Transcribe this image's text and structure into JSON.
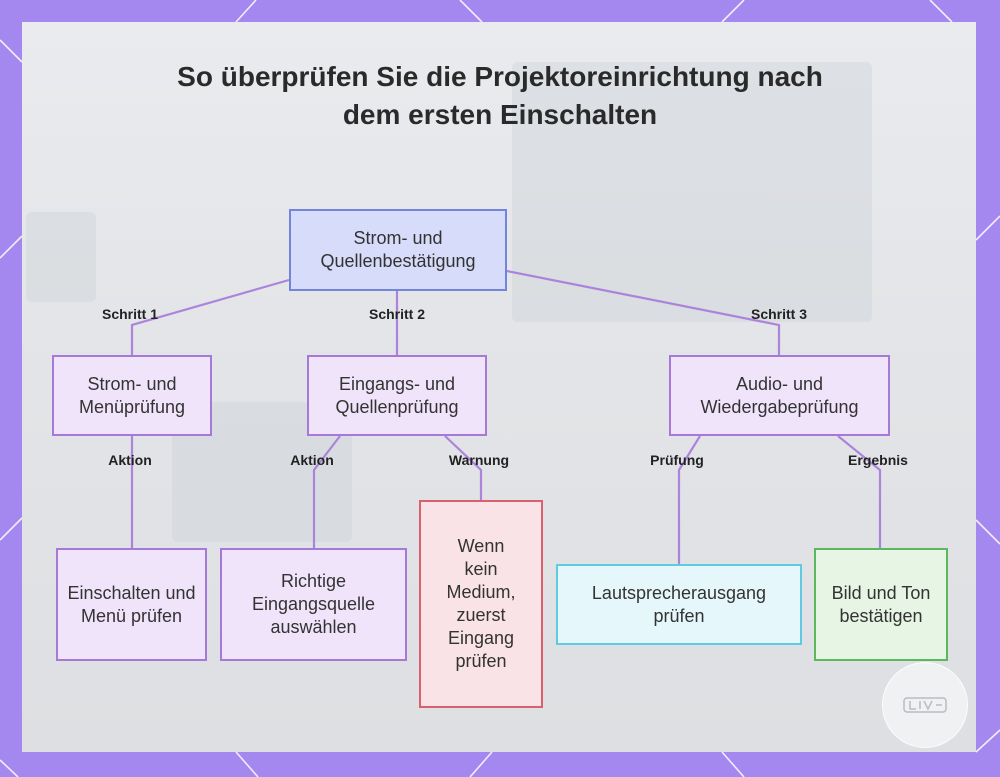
{
  "title": "So überprüfen Sie die Projektoreinrichtung nach dem ersten Einschalten",
  "nodes": {
    "root": "Strom- und Quellenbestätigung",
    "strom_menu": "Strom- und Menüprüfung",
    "eingang_quelle": "Eingangs- und Quellenprüfung",
    "audio_wiedergabe": "Audio- und Wiedergabeprüfung",
    "einschalten": "Einschalten und Menü prüfen",
    "eingangsquelle": "Richtige Eingangsquelle auswählen",
    "wenn_kein": "Wenn kein Medium, zuerst Eingang prüfen",
    "lautsprecher": "Lautsprecherausgang prüfen",
    "bild_ton": "Bild und Ton bestätigen"
  },
  "edges": {
    "schritt1": "Schritt 1",
    "schritt2": "Schritt 2",
    "schritt3": "Schritt 3",
    "aktion1": "Aktion",
    "aktion2": "Aktion",
    "warnung": "Warnung",
    "pruefung": "Prüfung",
    "ergebnis": "Ergebnis"
  },
  "colors": {
    "frame": "#a488f0",
    "root_fill": "#d6dcfa",
    "purple_fill": "#f0e4fb",
    "warning_border": "#d8606f",
    "check_border": "#5fcbe0",
    "result_border": "#5cb85c",
    "connector": "#a679d9"
  }
}
